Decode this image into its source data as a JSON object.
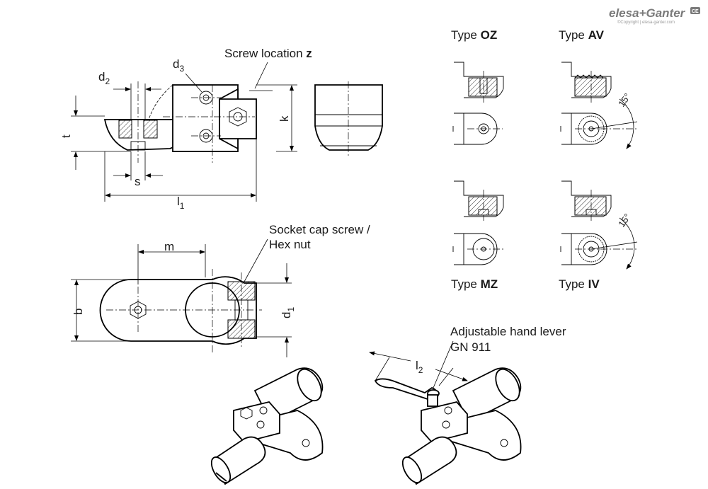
{
  "brand": {
    "logo_text": "elesa+Ganter",
    "copyright": "©Copyright | elesa-ganter.com"
  },
  "dimensions": {
    "d2": "d",
    "d2_sub": "2",
    "d3": "d",
    "d3_sub": "3",
    "t": "t",
    "s": "s",
    "l1": "l",
    "l1_sub": "1",
    "k": "k",
    "m": "m",
    "b": "b",
    "d1": "d",
    "d1_sub": "1",
    "l2": "l",
    "l2_sub": "2"
  },
  "labels": {
    "screw_location_prefix": "Screw location ",
    "screw_location_letter": "z",
    "socket_cap_line1": "Socket cap screw /",
    "socket_cap_line2": "Hex nut",
    "hand_lever_line1": "Adjustable hand lever",
    "hand_lever_line2": "GN 911"
  },
  "types": [
    {
      "prefix": "Type ",
      "code": "OZ"
    },
    {
      "prefix": "Type ",
      "code": "AV"
    },
    {
      "prefix": "Type ",
      "code": "MZ"
    },
    {
      "prefix": "Type ",
      "code": "IV"
    }
  ],
  "angles": {
    "av": "15°",
    "iv": "15°"
  }
}
